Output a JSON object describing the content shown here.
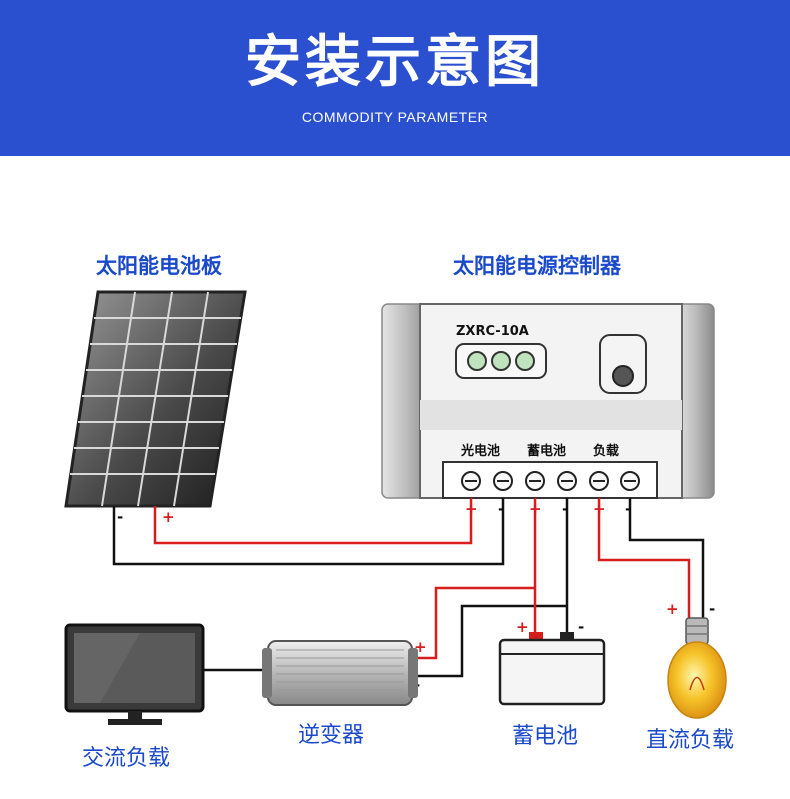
{
  "header": {
    "title": "安装示意图",
    "subtitle": "COMMODITY PARAMETER",
    "background": "#2a4fcf"
  },
  "labels": {
    "solar_panel": "太阳能电池板",
    "controller": "太阳能电源控制器",
    "ac_load": "交流负载",
    "inverter": "逆变器",
    "battery": "蓄电池",
    "dc_load": "直流负载"
  },
  "controller": {
    "model": "ZXRC-10A",
    "terminal_groups": [
      "光电池",
      "蓄电池",
      "负载"
    ]
  },
  "polarity": {
    "positive": "+",
    "negative": "-"
  },
  "colors": {
    "positive_wire": "#d81d1d",
    "negative_wire": "#111111",
    "label_blue": "#1a49c9"
  },
  "icons": [
    "solar-panel-icon",
    "controller-icon",
    "monitor-icon",
    "inverter-icon",
    "battery-icon",
    "light-bulb-icon"
  ]
}
